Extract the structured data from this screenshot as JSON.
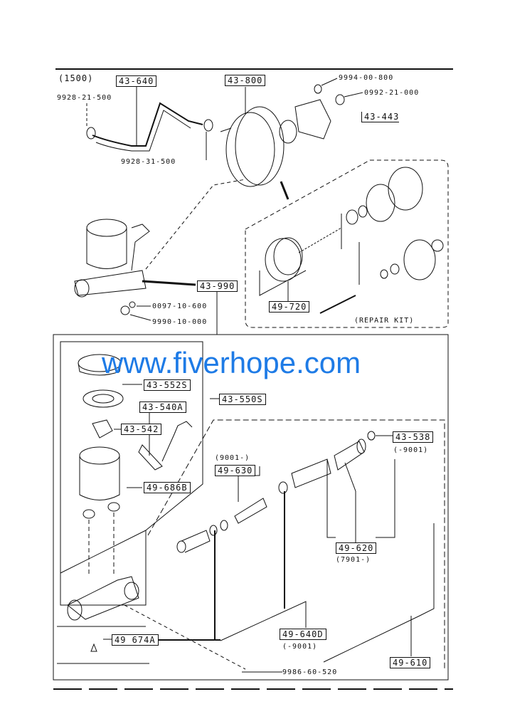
{
  "watermark": "www.fiverhope.com",
  "labels": {
    "variant": "(1500)",
    "hose": "43-640",
    "clamp_a": "9928-21-500",
    "booster": "43-800",
    "nut_a": "9994-00-800",
    "washer_a": "0992-21-000",
    "bracket": "43-443",
    "clamp_b": "9928-31-500",
    "master_cyl": "43-990",
    "washer_b": "0097-10-600",
    "bolt_b": "9990-10-000",
    "repair_kit_part": "49-720",
    "repair_kit": "(REPAIR KIT)",
    "cap": "43-552S",
    "level_sensor": "43-540A",
    "sensor_part": "43-542",
    "reservoir": "43-550S",
    "snap_ring": "43-538",
    "snap_ring_range": "(-9001)",
    "piston_range": "(9001-)",
    "piston_kit": "49-630",
    "bushing": "49-686B",
    "primary_piston": "49-620",
    "primary_range": "(7901-)",
    "secondary_piston": "49-640D",
    "secondary_range": "(-9001)",
    "bleeder": "49 674A",
    "cylinder_kit": "49-610",
    "nut_c": "9986-60-520"
  }
}
